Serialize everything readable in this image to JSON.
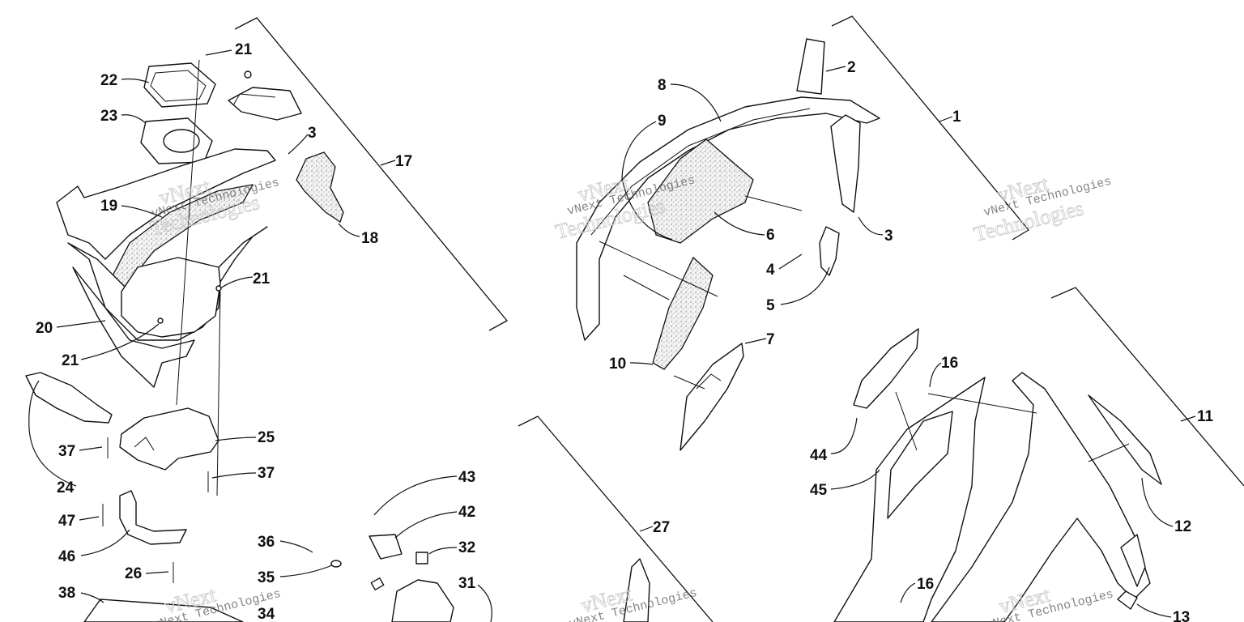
{
  "watermark": {
    "line1": "vNext Technologies",
    "line2": "vNext",
    "line3": "Technologies"
  },
  "callouts": [
    "21",
    "22",
    "23",
    "3",
    "17",
    "19",
    "18",
    "21",
    "20",
    "21",
    "24",
    "37",
    "25",
    "37",
    "47",
    "46",
    "26",
    "38",
    "36",
    "35",
    "34",
    "43",
    "42",
    "32",
    "31",
    "8",
    "9",
    "2",
    "1",
    "6",
    "3",
    "4",
    "5",
    "7",
    "10",
    "27",
    "16",
    "11",
    "44",
    "45",
    "12",
    "16",
    "13"
  ]
}
